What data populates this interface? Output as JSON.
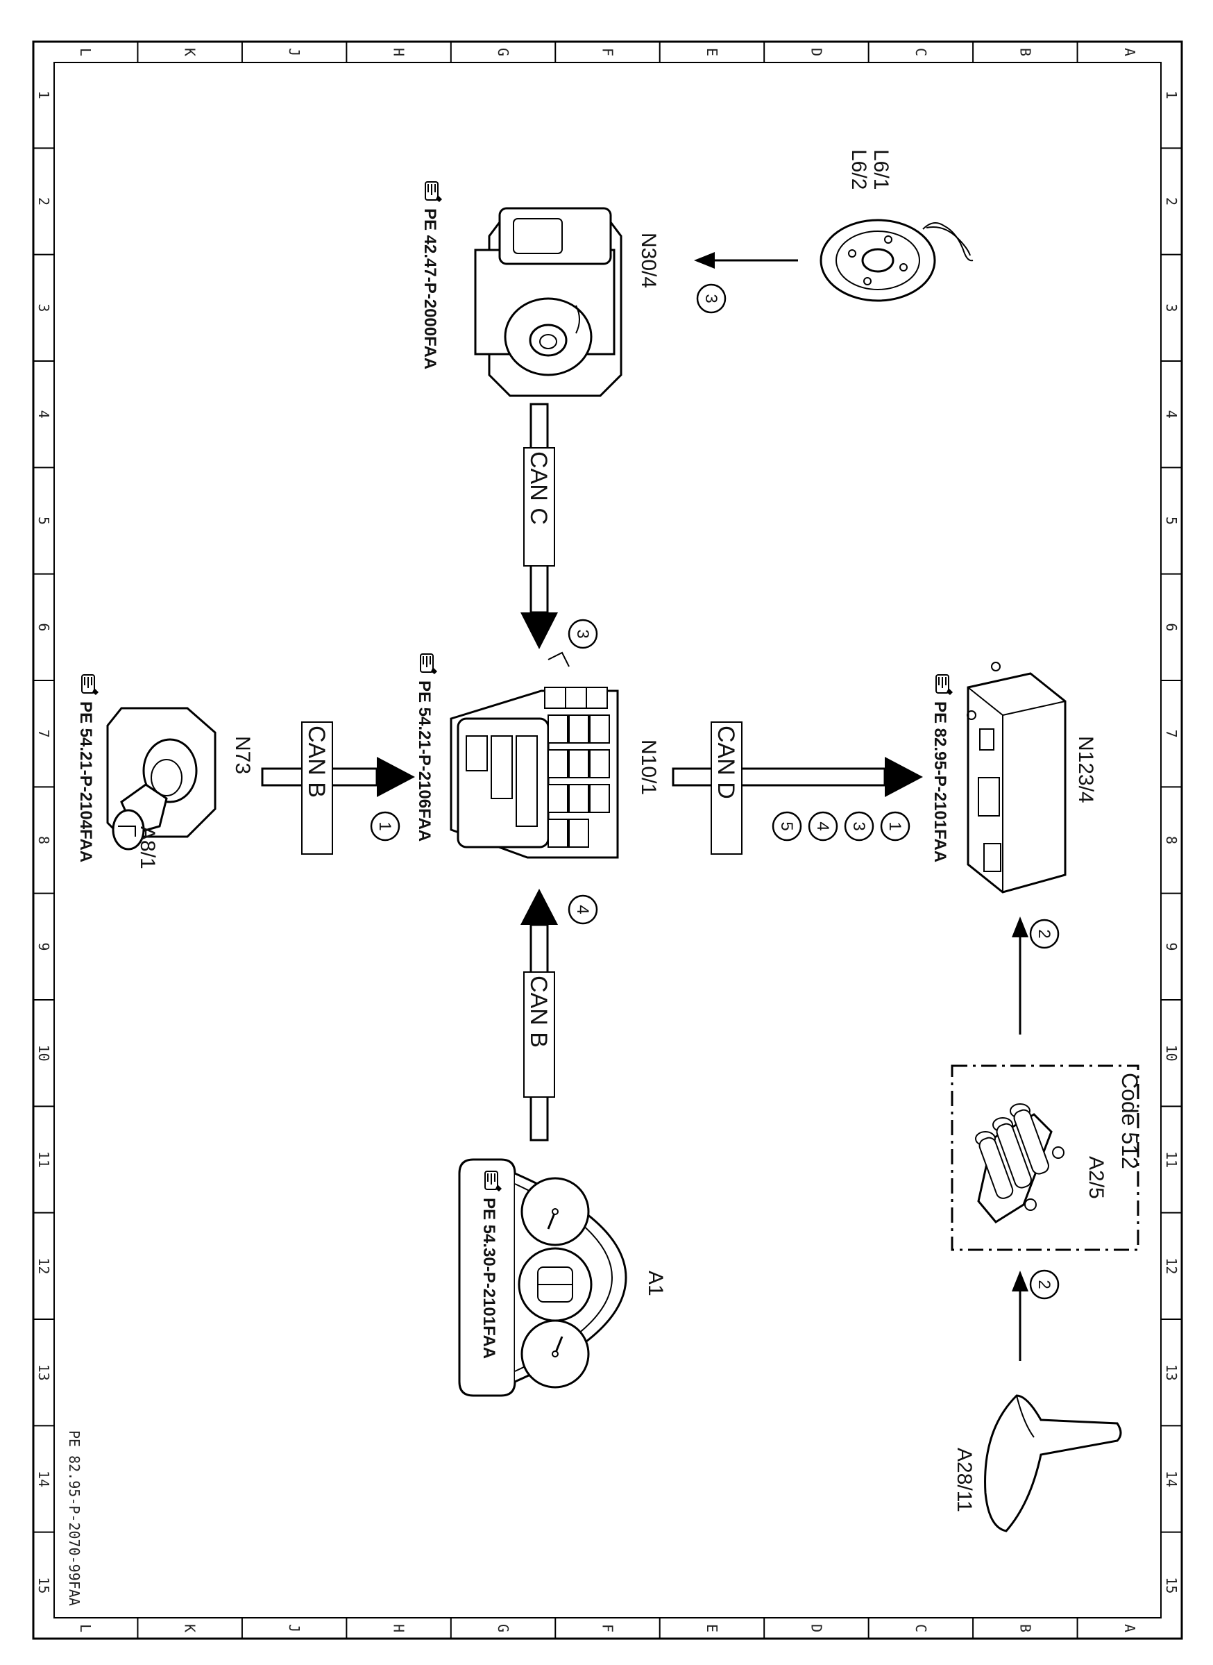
{
  "frame": {
    "columns": [
      "L",
      "K",
      "J",
      "H",
      "G",
      "F",
      "E",
      "D",
      "C",
      "B",
      "A"
    ],
    "rows": [
      "1",
      "2",
      "3",
      "4",
      "5",
      "6",
      "7",
      "8",
      "9",
      "10",
      "11",
      "12",
      "13",
      "14",
      "15"
    ]
  },
  "document_number": "PE 82.95-P-2070-99FAA",
  "components": {
    "wheel_sensor": {
      "labels": [
        "L6/1",
        "L6/2"
      ]
    },
    "abs_unit": {
      "label": "N30/4",
      "ref": "PE 42.47-P-2000FAA"
    },
    "sam_module": {
      "label": "N10/1",
      "ref": "PE 54.21-P-2106FAA"
    },
    "ignition_module": {
      "label": "N73",
      "ref": "PE 54.21-P-2104FAA"
    },
    "key": {
      "label": "A8/1"
    },
    "gateway_module": {
      "label": "N123/4",
      "ref": "PE 82.95-P-2101FAA"
    },
    "antenna": {
      "label": "A2/5",
      "code": "Code 512"
    },
    "instrument_cluster": {
      "label": "A1",
      "ref": "PE 54.30-P-2101FAA"
    },
    "antenna_base": {
      "label": "A28/11"
    }
  },
  "buses": {
    "can_c": "CAN C",
    "can_b_left": "CAN B",
    "can_b_bottom": "CAN B",
    "can_d": "CAN D"
  },
  "step_numbers": {
    "wheel_to_abs": "3",
    "abs_to_sam": "3",
    "ignition_to_sam": "1",
    "cluster_to_sam": "4",
    "sam_to_gateway": [
      "1",
      "3",
      "4",
      "5"
    ],
    "antenna_to_gateway": "2",
    "base_to_antenna": "2"
  },
  "icons": [
    "reference-hand-icon"
  ]
}
